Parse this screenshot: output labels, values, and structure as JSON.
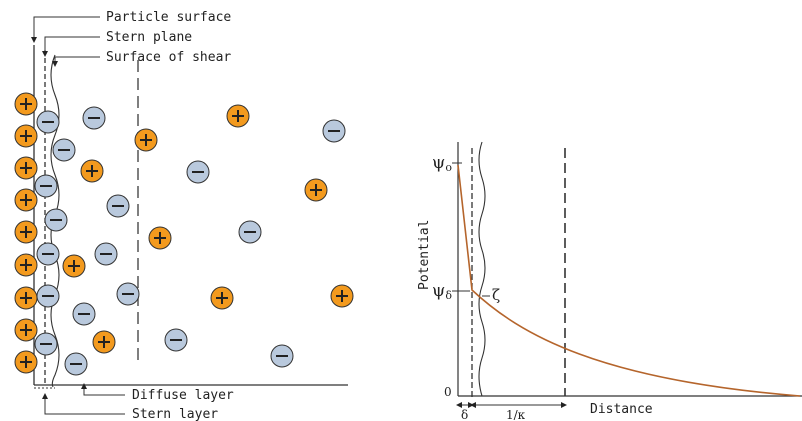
{
  "left_diagram": {
    "labels": {
      "particle_surface": "Particle surface",
      "stern_plane": "Stern plane",
      "surface_of_shear": "Surface of shear",
      "diffuse_layer": "Diffuse layer",
      "stern_layer": "Stern layer"
    },
    "colors": {
      "positive_ion": "#f39a1e",
      "negative_ion": "#b9c9dd",
      "outline": "#333333"
    },
    "ion_glyphs": {
      "positive": "+",
      "negative": "−"
    }
  },
  "right_graph": {
    "axis_labels": {
      "y": "Potential",
      "x": "Distance"
    },
    "markers": {
      "psi0": "ψ",
      "psi0_sub": "o",
      "psid": "ψ",
      "psid_sub": "δ",
      "zeta": "ζ",
      "zero": "0",
      "delta": "δ",
      "debye": "1/κ"
    },
    "colors": {
      "curve": "#b5652c"
    }
  }
}
